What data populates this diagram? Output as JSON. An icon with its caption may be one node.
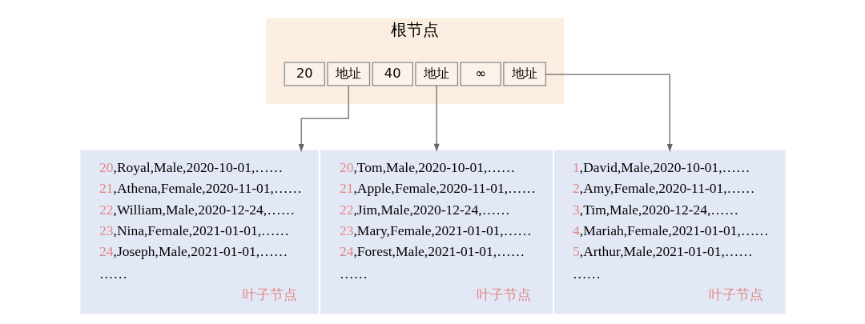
{
  "diagram": {
    "nodes": [
      {
        "text": [
          "根节点"
        ]
      },
      {
        "text": [
          "20"
        ],
        "in": 0
      },
      {
        "text": [
          "地址"
        ],
        "in": 0
      },
      {
        "text": [
          "40"
        ],
        "in": 0
      },
      {
        "text": [
          "地址"
        ],
        "in": 0
      },
      {
        "text": [
          "∞"
        ],
        "in": 0
      },
      {
        "text": [
          "地址"
        ],
        "in": 0
      },
      {
        "text": [
          "1,David,Male,2020-10-01,……",
          "2,Amy,Female,2020-11-01,……",
          "3,Tim,Male,2020-12-24,……",
          "4,Mariah,Female,2021-01-01,……",
          "5,Arthur,Male,2021-01-01,……",
          "……",
          "叶子节点"
        ]
      },
      {
        "text": [
          "20,Tom,Male,2020-10-01,……",
          "21,Apple,Female,2020-11-01,……",
          "22,Jim,Male,2020-12-24,……",
          "23,Mary,Female,2021-01-01,……",
          "24,Forest,Male,2021-01-01,……",
          "……",
          "叶子节点"
        ]
      },
      {
        "text": [
          "20,Royal,Male,2020-10-01,……",
          "21,Athena,Female,2020-11-01,……",
          "22,William,Male,2020-12-24,……",
          "23,Nina,Female,2021-01-01,……",
          "24,Joseph,Male,2021-01-01,……",
          "……",
          "叶子节点"
        ]
      }
    ],
    "edges": [
      {
        "from": 2,
        "to": 7,
        "arrow": "to"
      },
      {
        "from": 4,
        "to": 8,
        "arrow": "to"
      },
      {
        "from": 6,
        "to": 9,
        "arrow": "to"
      }
    ]
  }
}
